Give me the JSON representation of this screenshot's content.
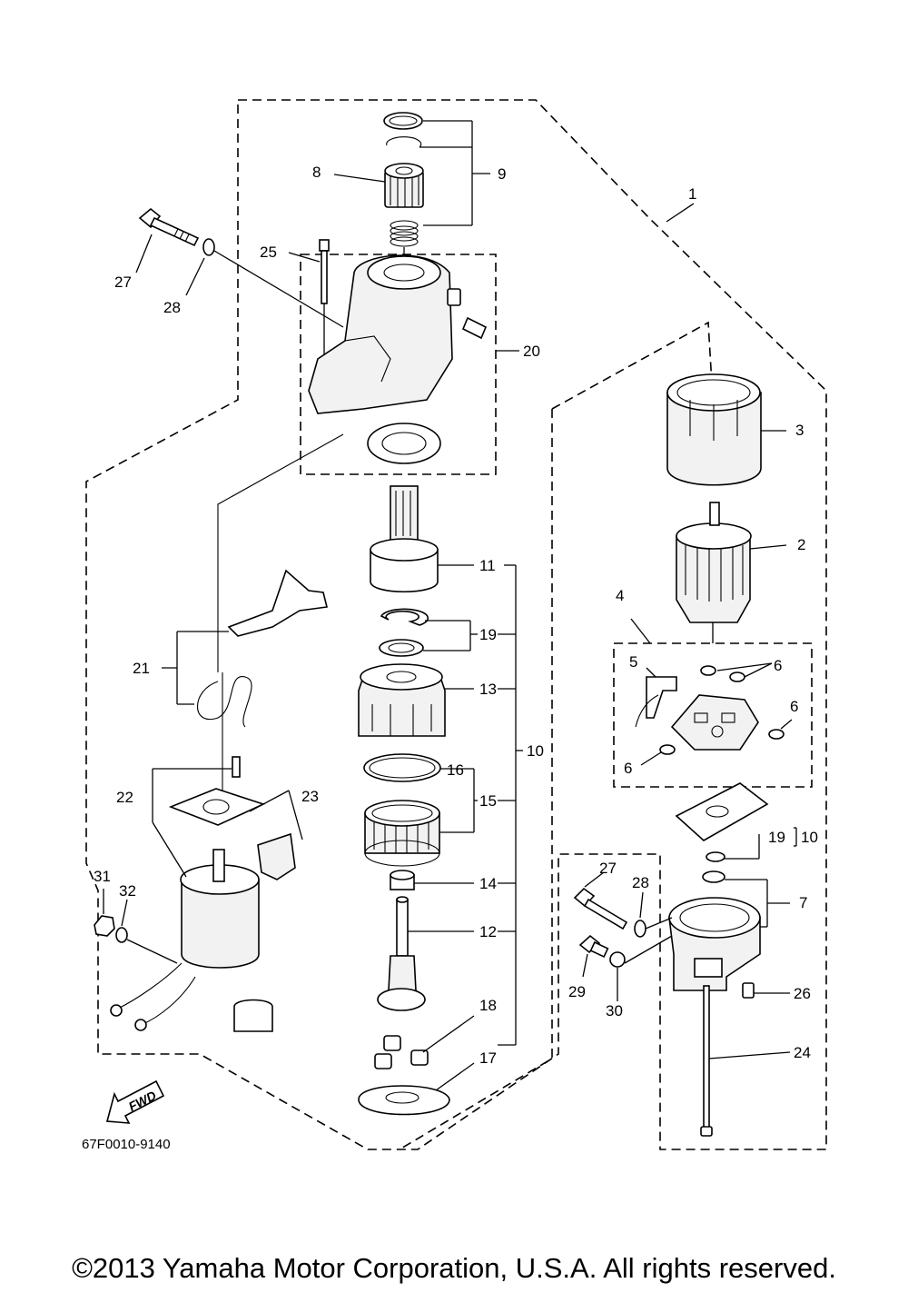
{
  "diagram": {
    "callouts": {
      "c1": "1",
      "c2": "2",
      "c3": "3",
      "c4": "4",
      "c5": "5",
      "c6a": "6",
      "c6b": "6",
      "c6c": "6",
      "c7": "7",
      "c8": "8",
      "c9": "9",
      "c10a": "10",
      "c10b": "10",
      "c11": "11",
      "c12": "12",
      "c13": "13",
      "c14": "14",
      "c15": "15",
      "c16": "16",
      "c17": "17",
      "c18": "18",
      "c19a": "19",
      "c19b": "19",
      "c20": "20",
      "c21": "21",
      "c22": "22",
      "c23": "23",
      "c24": "24",
      "c25": "25",
      "c26": "26",
      "c27a": "27",
      "c27b": "27",
      "c28a": "28",
      "c28b": "28",
      "c29": "29",
      "c30": "30",
      "c31": "31",
      "c32": "32"
    },
    "fwd_label": "FWD",
    "drawing_code": "67F0010-9140"
  },
  "footer": {
    "copyright": "©2013 Yamaha Motor Corporation, U.S.A. All rights reserved."
  }
}
